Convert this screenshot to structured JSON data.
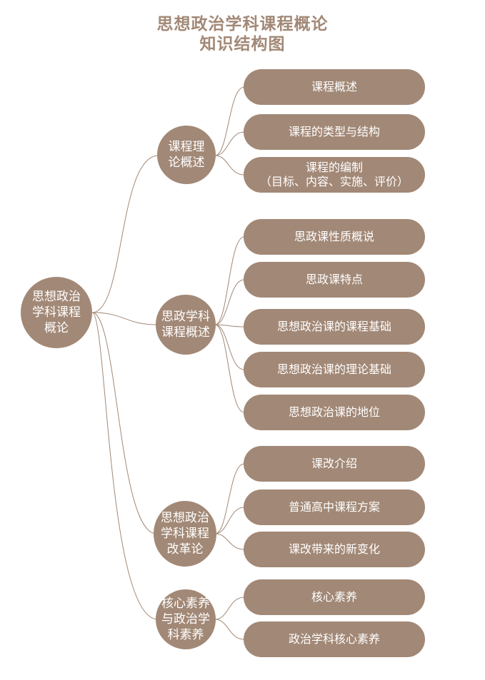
{
  "title": {
    "line1": "思想政治学科课程概论",
    "line2": "知识结构图"
  },
  "root": {
    "label": "思想政治学科课程概论",
    "lines": [
      "思想政治",
      "学科课程",
      "概论"
    ]
  },
  "branches": [
    {
      "label": "课程理论概述",
      "lines": [
        "课程理",
        "论概述"
      ],
      "leaves": [
        {
          "lines": [
            "课程概述"
          ]
        },
        {
          "lines": [
            "课程的类型与结构"
          ]
        },
        {
          "lines": [
            "课程的编制",
            "（目标、内容、实施、评价）"
          ]
        }
      ]
    },
    {
      "label": "思政学科课程概述",
      "lines": [
        "思政学科",
        "课程概述"
      ],
      "leaves": [
        {
          "lines": [
            "思政课性质概说"
          ]
        },
        {
          "lines": [
            "思政课特点"
          ]
        },
        {
          "lines": [
            "思想政治课的课程基础"
          ]
        },
        {
          "lines": [
            "思想政治课的理论基础"
          ]
        },
        {
          "lines": [
            "思想政治课的地位"
          ]
        }
      ]
    },
    {
      "label": "思想政治学科课程改革论",
      "lines": [
        "思想政治",
        "学科课程",
        "改革论"
      ],
      "leaves": [
        {
          "lines": [
            "课改介绍"
          ]
        },
        {
          "lines": [
            "普通高中课程方案"
          ]
        },
        {
          "lines": [
            "课改带来的新变化"
          ]
        }
      ]
    },
    {
      "label": "核心素养与政治学科素养",
      "lines": [
        "核心素养",
        "与政治学",
        "科素养"
      ],
      "leaves": [
        {
          "lines": [
            "核心素养"
          ]
        },
        {
          "lines": [
            "政治学科核心素养"
          ]
        }
      ]
    }
  ],
  "colors": {
    "node": "#a28876",
    "line": "#a28876",
    "title": "#a28876",
    "text": "#ffffff"
  }
}
